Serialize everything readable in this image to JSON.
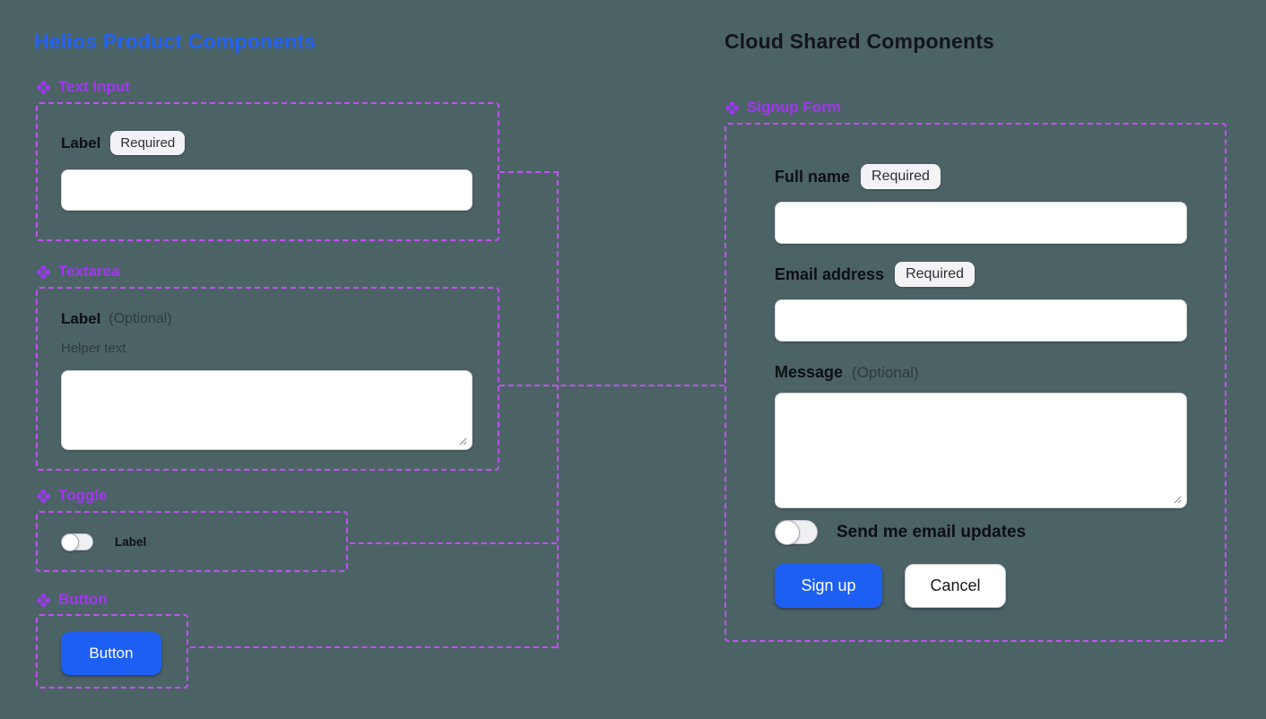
{
  "helios": {
    "title": "Helios Product Components",
    "sections": {
      "text_input": {
        "title": "Text Input",
        "label": "Label",
        "badge": "Required"
      },
      "textarea": {
        "title": "Textarea",
        "label": "Label",
        "optional": "(Optional)",
        "helper": "Helper text"
      },
      "toggle": {
        "title": "Toggle",
        "label": "Label"
      },
      "button": {
        "title": "Button",
        "button_label": "Button"
      }
    }
  },
  "cloud": {
    "title": "Cloud Shared Components",
    "signup": {
      "title": "Signup Form",
      "full_name": {
        "label": "Full name",
        "badge": "Required"
      },
      "email": {
        "label": "Email address",
        "badge": "Required"
      },
      "message": {
        "label": "Message",
        "optional": "(Optional)"
      },
      "updates_toggle": {
        "label": "Send me email updates",
        "state": "off"
      },
      "submit_label": "Sign up",
      "cancel_label": "Cancel"
    }
  },
  "colors": {
    "background": "#4c6366",
    "brand_blue": "#2261f2",
    "component_purple": "#a335f2",
    "wire_violet": "#c44ff5",
    "badge_bg": "#f3f3f6",
    "field_bg": "#ffffff"
  }
}
